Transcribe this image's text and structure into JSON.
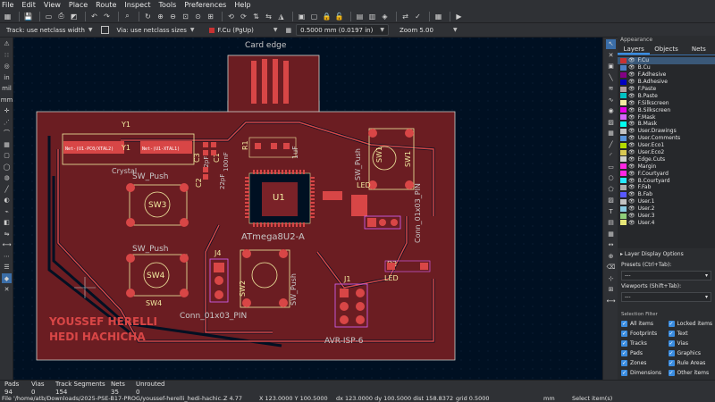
{
  "menu": [
    "File",
    "Edit",
    "View",
    "Place",
    "Route",
    "Inspect",
    "Tools",
    "Preferences",
    "Help"
  ],
  "auxbar": {
    "track": "Track: use netclass width",
    "via": "Via: use netclass sizes",
    "layer": "F.Cu (PgUp)",
    "grid": "0.5000 mm (0.0197 in)",
    "zoom": "Zoom 5.00"
  },
  "board": {
    "card_edge_label": "Card edge",
    "y1_ref": "Y1",
    "y1_value": "Crystal",
    "y1_inner": "Y1",
    "pad_net_left": "Net-(U1-PC0/XTAL2)",
    "pad_net_right": "Net-(U1-XTAL1)",
    "u1_ref": "U1",
    "u1_value": "ATmega8U2-A",
    "sw3_value": "SW_Push",
    "sw3_ref": "SW3",
    "sw4_value": "SW_Push",
    "sw4_ref": "SW4",
    "sw2_ref": "SW2",
    "sw2_value": "SW_Push",
    "sw1_ref": "SW1",
    "sw1_value": "SW_Push",
    "j4_ref": "J4",
    "j4_value": "Conn_01x03_PIN",
    "j1_ref": "J1",
    "j1_value": "AVR-ISP-6",
    "j3_value": "Conn_01x03_PIN",
    "led1": "LED",
    "led2": "LED",
    "d2": "D2",
    "c1": "C1",
    "c2": "C2",
    "c3": "C3",
    "c1_val": "100nF",
    "c2_val": "22pF",
    "c3_val": "22pF",
    "c4_val": "1uF",
    "r1": "R1",
    "name1": "YOUSSEF HERELLI",
    "name2": "HEDI HACHICHA"
  },
  "appearance": {
    "title": "Appearance",
    "tabs": [
      "Layers",
      "Objects",
      "Nets"
    ],
    "layers": [
      {
        "name": "F.Cu",
        "color": "#c83232"
      },
      {
        "name": "B.Cu",
        "color": "#4d7fc4"
      },
      {
        "name": "F.Adhesive",
        "color": "#840084"
      },
      {
        "name": "B.Adhesive",
        "color": "#0000c2"
      },
      {
        "name": "F.Paste",
        "color": "#b4a0a0"
      },
      {
        "name": "B.Paste",
        "color": "#00c2c2"
      },
      {
        "name": "F.Silkscreen",
        "color": "#f2eda1"
      },
      {
        "name": "B.Silkscreen",
        "color": "#e800e8"
      },
      {
        "name": "F.Mask",
        "color": "#d864ff"
      },
      {
        "name": "B.Mask",
        "color": "#02ffee"
      },
      {
        "name": "User.Drawings",
        "color": "#c2c2c2"
      },
      {
        "name": "User.Comments",
        "color": "#5994dc"
      },
      {
        "name": "User.Eco1",
        "color": "#b4db00"
      },
      {
        "name": "User.Eco2",
        "color": "#d8c852"
      },
      {
        "name": "Edge.Cuts",
        "color": "#d0d2cd"
      },
      {
        "name": "Margin",
        "color": "#ff26e2"
      },
      {
        "name": "F.Courtyard",
        "color": "#ff26e2"
      },
      {
        "name": "B.Courtyard",
        "color": "#26e9ff"
      },
      {
        "name": "F.Fab",
        "color": "#afafaf"
      },
      {
        "name": "B.Fab",
        "color": "#5858ff"
      },
      {
        "name": "User.1",
        "color": "#c2c2c2"
      },
      {
        "name": "User.2",
        "color": "#89cbe3"
      },
      {
        "name": "User.3",
        "color": "#8fce7a"
      },
      {
        "name": "User.4",
        "color": "#e6e678"
      }
    ],
    "layer_display_options": "Layer Display Options",
    "presets_label": "Presets (Ctrl+Tab):",
    "presets_value": "---",
    "viewports_label": "Viewports (Shift+Tab):",
    "viewports_value": "---",
    "selection_filter_title": "Selection Filter",
    "filters": [
      "All items",
      "Locked items",
      "Footprints",
      "Text",
      "Tracks",
      "Vias",
      "Pads",
      "Graphics",
      "Zones",
      "Rule Areas",
      "Dimensions",
      "Other items"
    ]
  },
  "status": {
    "pads_label": "Pads",
    "pads": "94",
    "vias_label": "Vias",
    "vias": "0",
    "segments_label": "Track Segments",
    "segments": "154",
    "nets_label": "Nets",
    "nets": "35",
    "unrouted_label": "Unrouted",
    "unrouted": "0",
    "file": "File '/home/atb/Downloads/2025-PSE-B17-PROG/youssef-herelli_hedi-hachic...",
    "z": "Z 4.77",
    "xy": "X 123.0000  Y 100.5000",
    "dxdy": "dx 123.0000  dy 100.5000  dist 158.8372",
    "grid": "grid 0.5000",
    "units": "mm",
    "mode": "Select item(s)"
  }
}
